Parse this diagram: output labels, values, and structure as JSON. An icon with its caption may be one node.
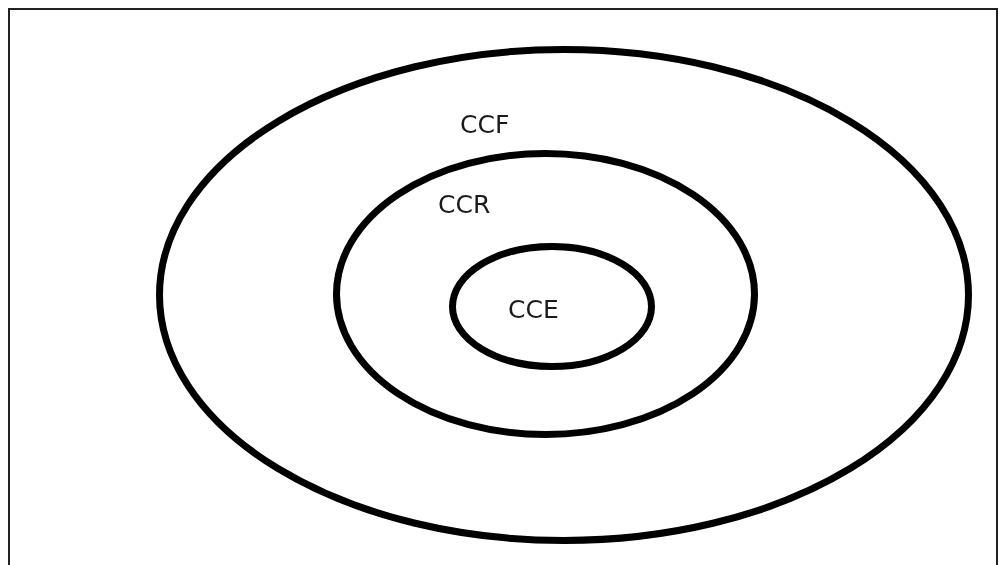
{
  "diagram": {
    "nodes": [
      {
        "text": [
          "CCF"
        ]
      },
      {
        "text": [
          "CCR"
        ],
        "in": 0
      },
      {
        "text": [
          "CCE"
        ],
        "in": 1
      }
    ]
  }
}
